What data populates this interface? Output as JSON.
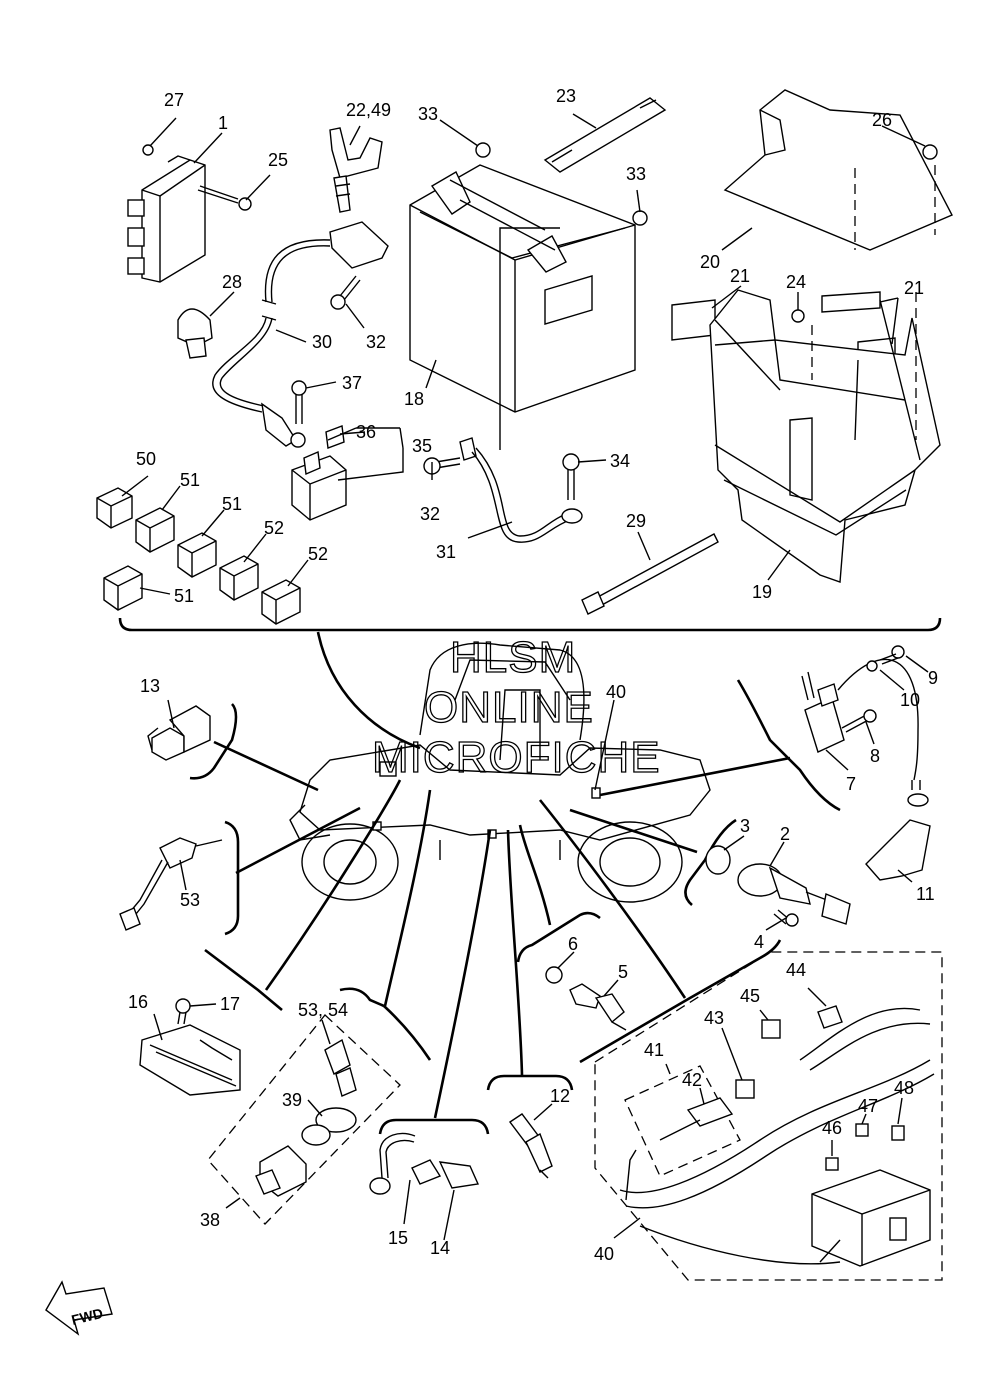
{
  "watermark": {
    "line1": "HLSM",
    "line2": "ONLINE",
    "line3": "MICROFICHE"
  },
  "fwd_label": "FWD",
  "callouts": {
    "c1": "1",
    "c2": "2",
    "c3": "3",
    "c4": "4",
    "c5": "5",
    "c6": "6",
    "c7": "7",
    "c8": "8",
    "c9": "9",
    "c10": "10",
    "c11": "11",
    "c12": "12",
    "c13": "13",
    "c14": "14",
    "c15": "15",
    "c16": "16",
    "c17": "17",
    "c18": "18",
    "c19": "19",
    "c20": "20",
    "c21a": "21",
    "c21b": "21",
    "c2249": "22,49",
    "c23": "23",
    "c24": "24",
    "c25": "25",
    "c26": "26",
    "c27": "27",
    "c28": "28",
    "c29": "29",
    "c30": "30",
    "c31": "31",
    "c32a": "32",
    "c32b": "32",
    "c33a": "33",
    "c33b": "33",
    "c34": "34",
    "c35": "35",
    "c36": "36",
    "c37": "37",
    "c38": "38",
    "c39": "39",
    "c40a": "40",
    "c40b": "40",
    "c41": "41",
    "c42": "42",
    "c43": "43",
    "c44": "44",
    "c45": "45",
    "c46": "46",
    "c47": "47",
    "c48": "48",
    "c50": "50",
    "c51a": "51",
    "c51b": "51",
    "c51c": "51",
    "c52a": "52",
    "c52b": "52",
    "c5354": "53, 54",
    "c53": "53"
  }
}
